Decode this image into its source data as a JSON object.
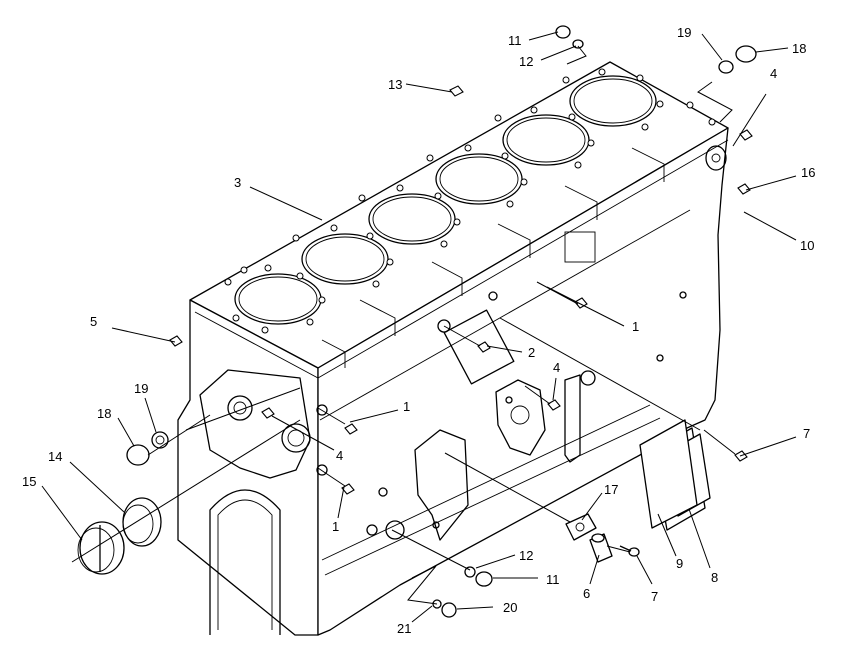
{
  "diagram": {
    "callouts": [
      "1",
      "1",
      "1",
      "2",
      "3",
      "4",
      "4",
      "4",
      "5",
      "6",
      "7",
      "7",
      "8",
      "9",
      "10",
      "11",
      "11",
      "12",
      "12",
      "13",
      "14",
      "15",
      "16",
      "17",
      "18",
      "18",
      "19",
      "19",
      "20",
      "21"
    ]
  }
}
